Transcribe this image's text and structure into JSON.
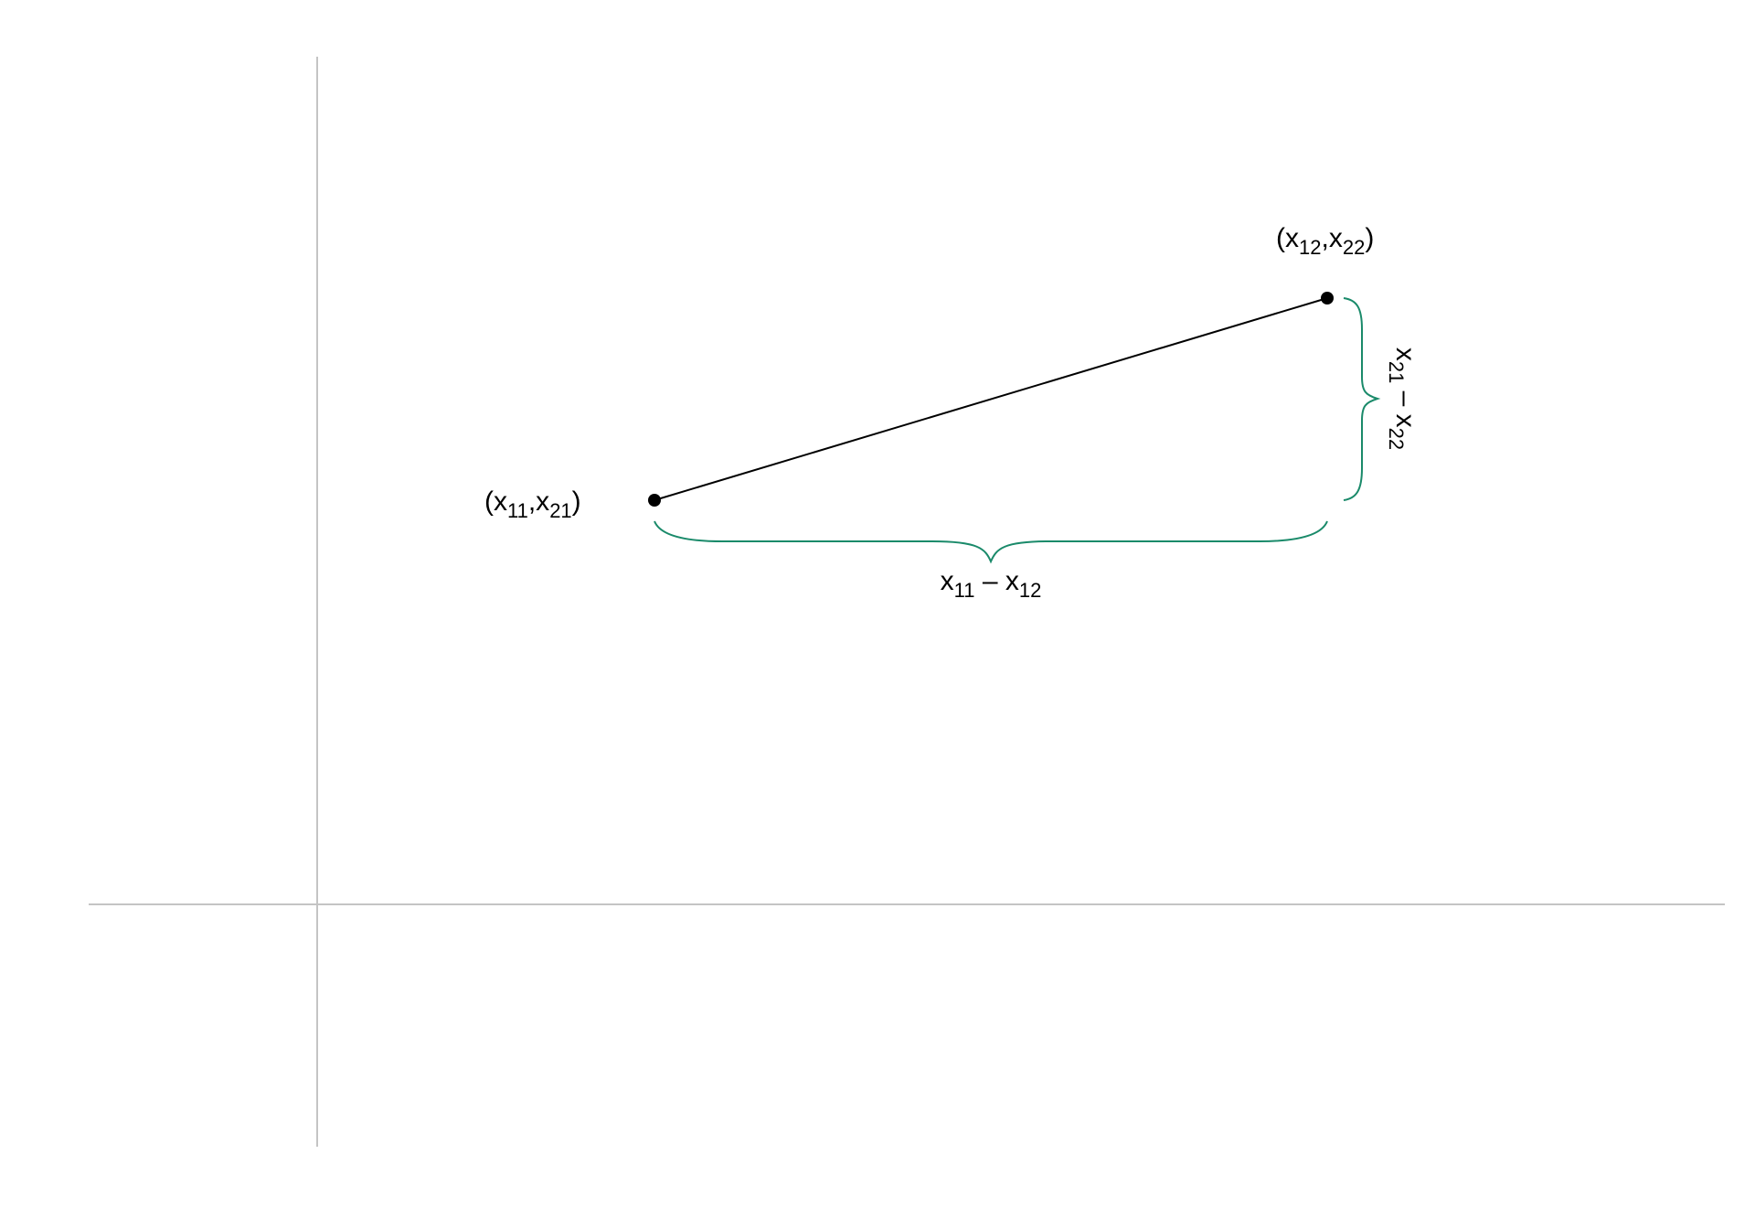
{
  "colors": {
    "axis": "#c4c4c4",
    "segment": "#000000",
    "point": "#000000",
    "brace": "#1a8a6a",
    "background": "#ffffff"
  },
  "labels": {
    "point1": {
      "open": "(x",
      "sub1": "11",
      "comma": ",x",
      "sub2": "21",
      "close": ")"
    },
    "point2": {
      "open": "(x",
      "sub1": "12",
      "comma": ",x",
      "sub2": "22",
      "close": ")"
    },
    "horizontal_difference": {
      "a": "x",
      "a_sub": "11",
      "minus": " – x",
      "b_sub": "12"
    },
    "vertical_difference": {
      "a": "x",
      "a_sub": "21",
      "minus": " – x",
      "b_sub": "22"
    }
  }
}
